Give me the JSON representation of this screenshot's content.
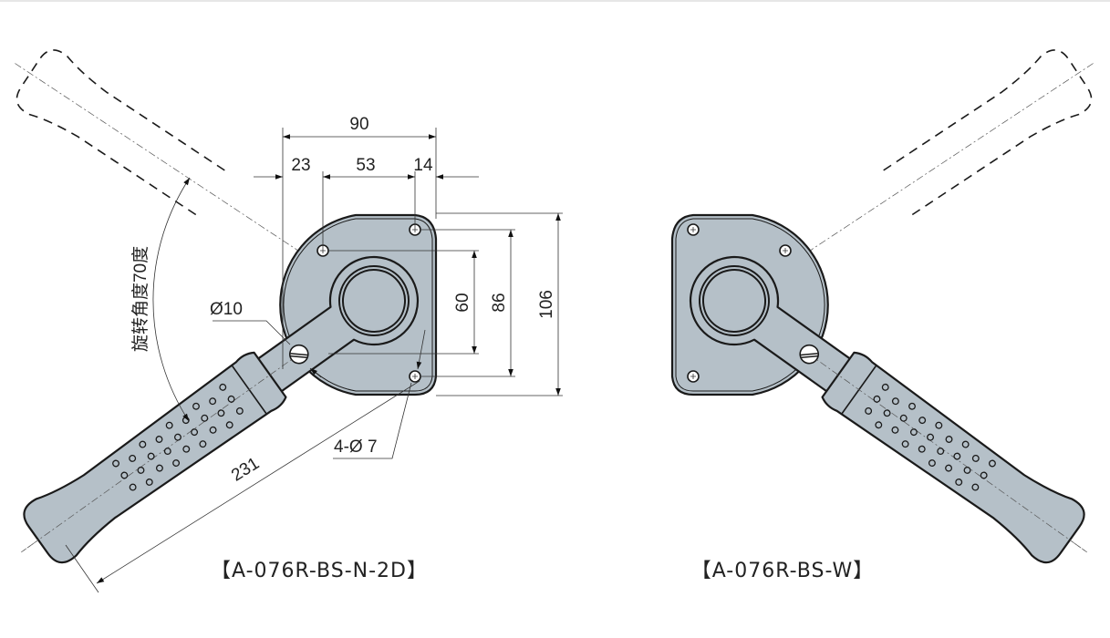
{
  "colors": {
    "body_fill": "#b5c0c8",
    "line": "#1a1a1a"
  },
  "dimensions": {
    "overall_width": "90",
    "hole_offset_left": "23",
    "hole_spacing_horizontal": "53",
    "hole_offset_right": "14",
    "hole_spacing_inner": "60",
    "hole_spacing_outer": "86",
    "plate_height": "106",
    "handle_length": "231",
    "screw_diameter": "Ø10",
    "mount_holes": "4-Ø 7",
    "rotation_angle": "旋转角度70度"
  },
  "models": {
    "left": "【A-076R-BS-N-2D】",
    "right": "【A-076R-BS-W】"
  }
}
